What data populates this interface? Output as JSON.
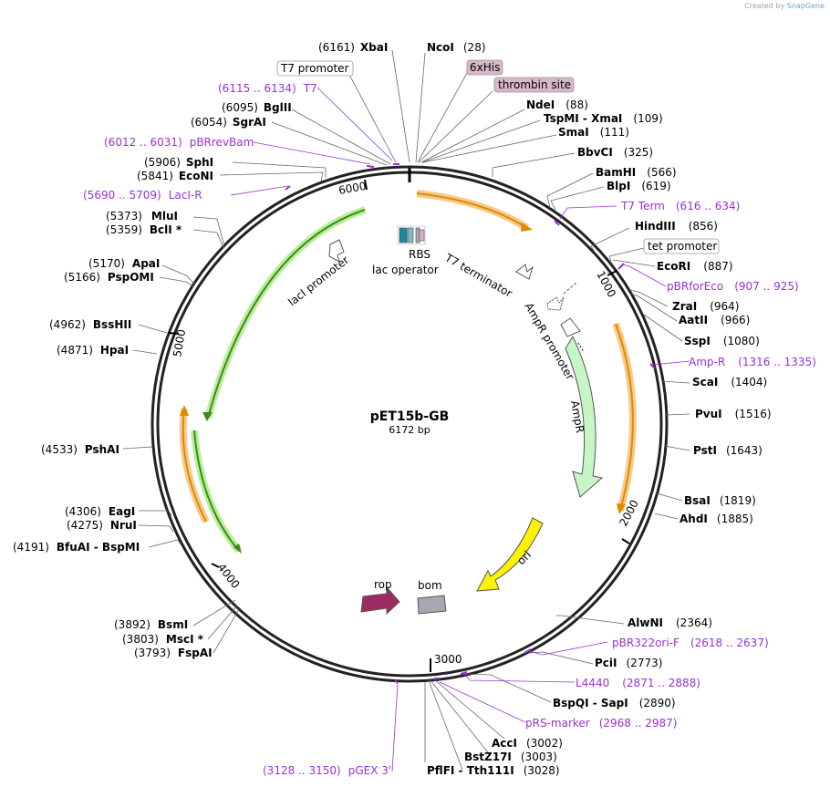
{
  "credit": {
    "text": "Created by",
    "brand": "SnapGene"
  },
  "plasmid": {
    "name": "pET15b-GB",
    "size": "6172 bp",
    "length": 6172
  },
  "ticks": [
    "1000",
    "2000",
    "3000",
    "4000",
    "5000",
    "6000"
  ],
  "features": {
    "lac_operator": "lac operator",
    "rbs": "RBS",
    "t7_terminator": "T7 terminator",
    "laci_promoter": "lacI promoter",
    "ampr_promoter": "AmpR promoter",
    "ampr": "AmpR",
    "ori": "ori",
    "rop": "rop",
    "bom": "bom"
  },
  "colors": {
    "backbone": "#333333",
    "orf": "#f5a623",
    "laci": "#3c8b1c",
    "ampr": "#c6f6c6",
    "ori": "#fff200",
    "rop": "#9e2b63",
    "bom": "#a5a8b0",
    "primer": "#9b30d9",
    "tag": "#d8b7c8"
  },
  "sites": {
    "xbai": {
      "pos": "(6161)",
      "name": "XbaI"
    },
    "ncoi": {
      "pos": "(28)",
      "name": "NcoI"
    },
    "his": {
      "name": "6xHis"
    },
    "thrombin": {
      "name": "thrombin site"
    },
    "t7prom": {
      "name": "T7 promoter"
    },
    "t7primer": {
      "pos": "(6115 .. 6134)",
      "name": "T7"
    },
    "bglii": {
      "pos": "(6095)",
      "name": "BglII"
    },
    "sgrai": {
      "pos": "(6054)",
      "name": "SgrAI"
    },
    "pbrrevbam": {
      "pos": "(6012 .. 6031)",
      "name": "pBRrevBam"
    },
    "sphi": {
      "pos": "(5906)",
      "name": "SphI"
    },
    "econi": {
      "pos": "(5841)",
      "name": "EcoNI"
    },
    "lacir": {
      "pos": "(5690 .. 5709)",
      "name": "LacI-R"
    },
    "mlui": {
      "pos": "(5373)",
      "name": "MluI"
    },
    "bcli": {
      "pos": "(5359)",
      "name": "BclI *"
    },
    "apai": {
      "pos": "(5170)",
      "name": "ApaI"
    },
    "pspomi": {
      "pos": "(5166)",
      "name": "PspOMI"
    },
    "bsshii": {
      "pos": "(4962)",
      "name": "BssHII"
    },
    "hpai": {
      "pos": "(4871)",
      "name": "HpaI"
    },
    "pshai": {
      "pos": "(4533)",
      "name": "PshAI"
    },
    "eagi": {
      "pos": "(4306)",
      "name": "EagI"
    },
    "nrui": {
      "pos": "(4275)",
      "name": "NruI"
    },
    "bfuai": {
      "pos": "(4191)",
      "name": "BfuAI"
    },
    "bspmi": {
      "name": "BspMI"
    },
    "bsmi": {
      "pos": "(3892)",
      "name": "BsmI"
    },
    "msci": {
      "pos": "(3803)",
      "name": "MscI *"
    },
    "fspai": {
      "pos": "(3793)",
      "name": "FspAI"
    },
    "pgex3": {
      "pos": "(3128 .. 3150)",
      "name": "pGEX 3'"
    },
    "pflfi": {
      "name": "PflFI"
    },
    "tth111i": {
      "name": "Tth111I",
      "pos": "(3028)"
    },
    "bstz17i": {
      "name": "BstZ17I",
      "pos": "(3003)"
    },
    "acci": {
      "name": "AccI",
      "pos": "(3002)"
    },
    "prsmarker": {
      "name": "pRS-marker",
      "pos": "(2968 .. 2987)"
    },
    "bspqi": {
      "name": "BspQI"
    },
    "sapi": {
      "name": "SapI",
      "pos": "(2890)"
    },
    "l4440": {
      "name": "L4440",
      "pos": "(2871 .. 2888)"
    },
    "pcii": {
      "name": "PciI",
      "pos": "(2773)"
    },
    "pbr322orif": {
      "name": "pBR322ori-F",
      "pos": "(2618 .. 2637)"
    },
    "alwni": {
      "name": "AlwNI",
      "pos": "(2364)"
    },
    "ahdi": {
      "name": "AhdI",
      "pos": "(1885)"
    },
    "bsai": {
      "name": "BsaI",
      "pos": "(1819)"
    },
    "psti": {
      "name": "PstI",
      "pos": "(1643)"
    },
    "pvui": {
      "name": "PvuI",
      "pos": "(1516)"
    },
    "scai": {
      "name": "ScaI",
      "pos": "(1404)"
    },
    "ampr_primer": {
      "name": "Amp-R",
      "pos": "(1316 .. 1335)"
    },
    "sspi": {
      "name": "SspI",
      "pos": "(1080)"
    },
    "aatii": {
      "name": "AatII",
      "pos": "(966)"
    },
    "zrai": {
      "name": "ZraI",
      "pos": "(964)"
    },
    "pbrforeco": {
      "name": "pBRforEco",
      "pos": "(907 .. 925)"
    },
    "ecori": {
      "name": "EcoRI",
      "pos": "(887)"
    },
    "tetprom": {
      "name": "tet promoter"
    },
    "hindiii": {
      "name": "HindIII",
      "pos": "(856)"
    },
    "t7term": {
      "name": "T7 Term",
      "pos": "(616 .. 634)"
    },
    "blpi": {
      "name": "BlpI",
      "pos": "(619)"
    },
    "bamhi": {
      "name": "BamHI",
      "pos": "(566)"
    },
    "bbvci": {
      "name": "BbvCI",
      "pos": "(325)"
    },
    "smai": {
      "name": "SmaI",
      "pos": "(111)"
    },
    "tspmi": {
      "name": "TspMI"
    },
    "xmai": {
      "name": "XmaI",
      "pos": "(109)"
    },
    "ndei": {
      "name": "NdeI",
      "pos": "(88)"
    }
  }
}
